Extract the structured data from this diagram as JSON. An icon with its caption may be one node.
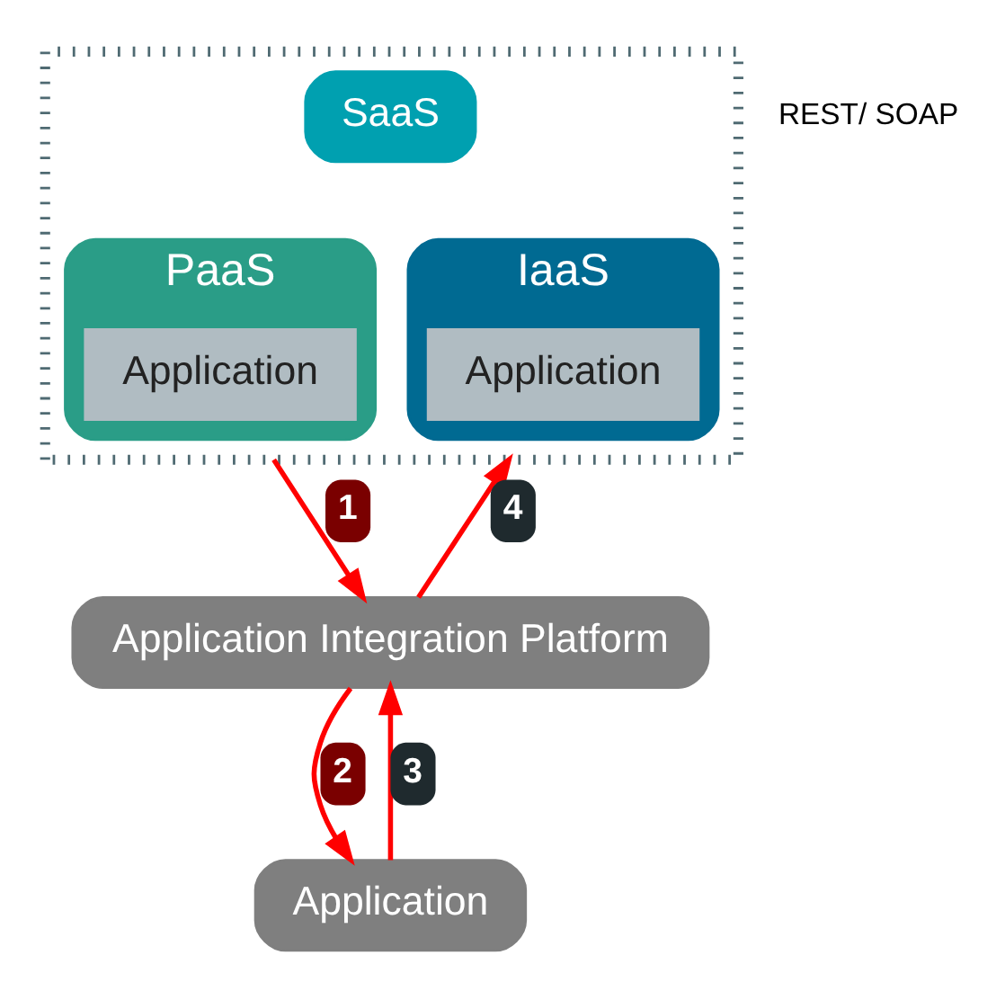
{
  "diagram": {
    "nodes": [
      {
        "text": [],
        "shape": "box"
      },
      {
        "text": [
          "SaaS"
        ],
        "in": 0
      },
      {
        "text": [
          "PaaS"
        ],
        "in": 0
      },
      {
        "text": [
          "Application"
        ],
        "in": 2
      },
      {
        "text": [
          "IaaS"
        ],
        "in": 0
      },
      {
        "text": [
          "Application"
        ],
        "in": 4
      },
      {
        "text": [
          "Application Integration Platform"
        ]
      },
      {
        "text": [
          "Application"
        ]
      }
    ],
    "edges": [
      {
        "from": 0,
        "to": 6,
        "arrow": "to",
        "label": "1",
        "color": "#ff0000"
      },
      {
        "from": 6,
        "to": 7,
        "arrow": "to",
        "label": "2",
        "color": "#ff0000"
      },
      {
        "from": 7,
        "to": 6,
        "arrow": "to",
        "label": "3",
        "color": "#ff0000"
      },
      {
        "from": 6,
        "to": 0,
        "arrow": "to",
        "label": "4",
        "color": "#ff0000"
      }
    ],
    "labels": [
      "REST/ SOAP"
    ]
  }
}
